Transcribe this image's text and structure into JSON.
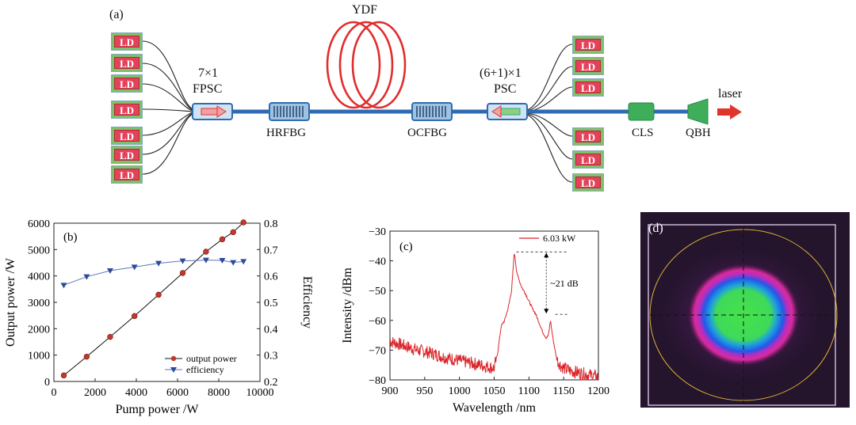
{
  "schematic": {
    "panel_label": "(a)",
    "ld_label": "LD",
    "fiber_label": "YDF",
    "fpsc_line1": "7×1",
    "fpsc_line2": "FPSC",
    "psc_line1": "(6+1)×1",
    "psc_line2": "PSC",
    "hrfbg": "HRFBG",
    "ocfbg": "OCFBG",
    "cls": "CLS",
    "qbh": "QBH",
    "laser": "laser"
  },
  "beam_profile": {
    "panel_label": "(d)"
  },
  "chart_data": [
    {
      "type": "line",
      "panel_label": "(b)",
      "xlabel": "Pump power /W",
      "ylabel": "Output power /W",
      "y2label": "Efficiency",
      "xlim": [
        0,
        10000
      ],
      "ylim": [
        0,
        6000
      ],
      "y2lim": [
        0.2,
        0.8
      ],
      "xticks": [
        "0",
        "2000",
        "4000",
        "6000",
        "8000",
        "10000"
      ],
      "yticks": [
        "0",
        "1000",
        "2000",
        "3000",
        "4000",
        "5000",
        "6000"
      ],
      "y2ticks": [
        "0.2",
        "0.3",
        "0.4",
        "0.5",
        "0.6",
        "0.7",
        "0.8"
      ],
      "legend_position": "bottom-right",
      "series": [
        {
          "name": "output power",
          "axis": "left",
          "color": "#c0392b",
          "x": [
            480,
            1590,
            2730,
            3910,
            5080,
            6250,
            7380,
            8170,
            8700,
            9200
          ],
          "y": [
            230,
            940,
            1690,
            2480,
            3290,
            4110,
            4920,
            5390,
            5660,
            6030
          ]
        },
        {
          "name": "efficiency",
          "axis": "right",
          "color": "#2c4a9a",
          "x": [
            480,
            1590,
            2730,
            3910,
            5080,
            6250,
            7380,
            8170,
            8700,
            9200
          ],
          "y": [
            0.565,
            0.597,
            0.62,
            0.634,
            0.648,
            0.657,
            0.66,
            0.659,
            0.651,
            0.655
          ]
        }
      ]
    },
    {
      "type": "line",
      "panel_label": "(c)",
      "xlabel": "Wavelength /nm",
      "ylabel": "Intensity /dBm",
      "xlim": [
        900,
        1200
      ],
      "ylim": [
        -80,
        -30
      ],
      "xticks": [
        "900",
        "950",
        "1000",
        "1050",
        "1100",
        "1150",
        "1200"
      ],
      "yticks": [
        "−30",
        "−40",
        "−50",
        "−60",
        "−70",
        "−80"
      ],
      "legend": "6.03 kW",
      "annotation": "~21 dB",
      "color": "#d9262b",
      "spectrum": {
        "x": [
          900,
          920,
          940,
          960,
          980,
          1000,
          1020,
          1040,
          1050,
          1055,
          1060,
          1065,
          1070,
          1075,
          1079,
          1082,
          1085,
          1090,
          1095,
          1100,
          1105,
          1110,
          1115,
          1120,
          1125,
          1128,
          1131,
          1133,
          1136,
          1140,
          1145,
          1150,
          1160,
          1170,
          1180,
          1190,
          1200
        ],
        "y": [
          -67,
          -68.5,
          -70,
          -71,
          -72.5,
          -73.5,
          -74.5,
          -75.5,
          -76,
          -71,
          -62,
          -60,
          -56,
          -50,
          -37,
          -43,
          -46,
          -49,
          -51,
          -53.5,
          -56,
          -58,
          -61,
          -64,
          -66,
          -65,
          -60,
          -63.5,
          -68,
          -73,
          -75,
          -76,
          -77,
          -77.5,
          -78,
          -78.5,
          -79
        ]
      }
    }
  ]
}
